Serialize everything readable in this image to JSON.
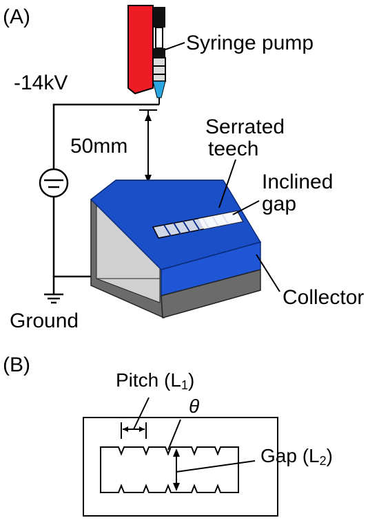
{
  "panel_a": {
    "label": "(A)",
    "voltage": "-14kV",
    "syringe_label": "Syringe pump",
    "distance": "50mm",
    "serrated_line1": "Serrated",
    "serrated_line2": "teech",
    "inclined_line1": "Inclined",
    "inclined_line2": "gap",
    "collector": "Collector",
    "ground": "Ground"
  },
  "panel_b": {
    "label": "(B)",
    "pitch_text": "Pitch (L",
    "pitch_sub": "1",
    "pitch_close": ")",
    "theta": "θ",
    "gap_text": "Gap (L",
    "gap_sub": "2",
    "gap_close": ")"
  },
  "colors": {
    "syringe_body": "#ee1c24",
    "collector_top": "#1a4fc8",
    "collector_side": "#6b6b6b",
    "nozzle": "#2aa7e0"
  }
}
